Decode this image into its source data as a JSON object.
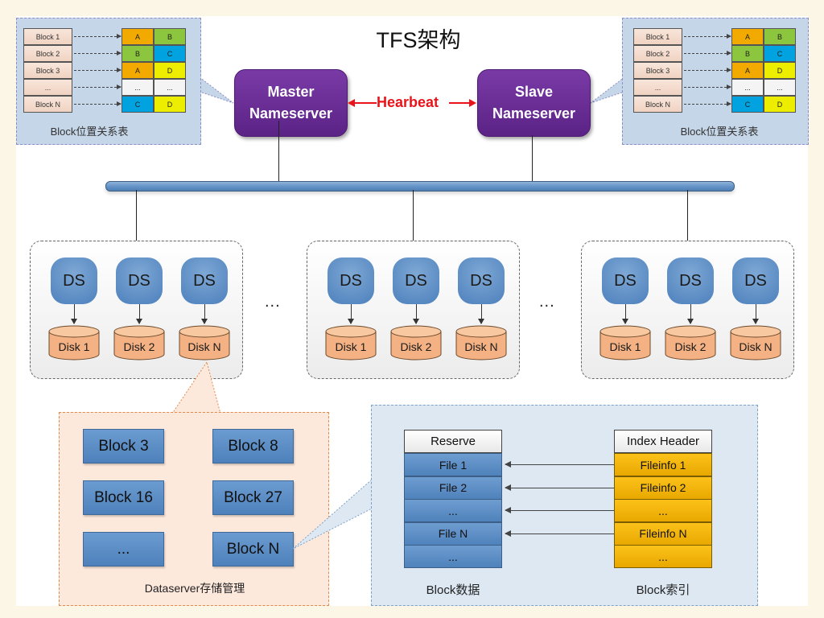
{
  "title": "TFS架构",
  "master": {
    "line1": "Master",
    "line2": "Nameserver"
  },
  "slave": {
    "line1": "Slave",
    "line2": "Nameserver"
  },
  "heartbeat_label": "Hearbeat",
  "block_table_left": {
    "caption": "Block位置关系表",
    "rows": [
      {
        "label": "Block 1",
        "a": "A",
        "b": "B",
        "a_color": "#f2a900",
        "b_color": "#8cc63f"
      },
      {
        "label": "Block 2",
        "a": "B",
        "b": "C",
        "a_color": "#8cc63f",
        "b_color": "#00a2e0"
      },
      {
        "label": "Block 3",
        "a": "A",
        "b": "D",
        "a_color": "#f2a900",
        "b_color": "#eded00"
      },
      {
        "label": "...",
        "a": "...",
        "b": "...",
        "a_color": "#f4f4f4",
        "b_color": "#f4f4f4"
      },
      {
        "label": "Block N",
        "a": "C",
        "b": "D",
        "a_color": "#00a2e0",
        "b_color": "#eded00"
      }
    ]
  },
  "block_table_right": {
    "caption": "Block位置关系表",
    "rows": [
      {
        "label": "Block 1",
        "a": "A",
        "b": "B",
        "a_color": "#f2a900",
        "b_color": "#8cc63f"
      },
      {
        "label": "Block 2",
        "a": "B",
        "b": "C",
        "a_color": "#8cc63f",
        "b_color": "#00a2e0"
      },
      {
        "label": "Block 3",
        "a": "A",
        "b": "D",
        "a_color": "#f2a900",
        "b_color": "#eded00"
      },
      {
        "label": "...",
        "a": "...",
        "b": "...",
        "a_color": "#f4f4f4",
        "b_color": "#f4f4f4"
      },
      {
        "label": "Block N",
        "a": "C",
        "b": "D",
        "a_color": "#00a2e0",
        "b_color": "#eded00"
      }
    ]
  },
  "groups": [
    {
      "servers": [
        {
          "ds": "DS",
          "disk": "Disk 1"
        },
        {
          "ds": "DS",
          "disk": "Disk 2"
        },
        {
          "ds": "DS",
          "disk": "Disk N"
        }
      ]
    },
    {
      "servers": [
        {
          "ds": "DS",
          "disk": "Disk 1"
        },
        {
          "ds": "DS",
          "disk": "Disk 2"
        },
        {
          "ds": "DS",
          "disk": "Disk N"
        }
      ]
    },
    {
      "servers": [
        {
          "ds": "DS",
          "disk": "Disk 1"
        },
        {
          "ds": "DS",
          "disk": "Disk 2"
        },
        {
          "ds": "DS",
          "disk": "Disk N"
        }
      ]
    }
  ],
  "group_ellipsis": "...",
  "dataserver_panel": {
    "caption": "Dataserver存储管理",
    "blocks": [
      "Block 3",
      "Block 8",
      "Block 16",
      "Block 27",
      "...",
      "Block N"
    ]
  },
  "block_detail_panel": {
    "data_caption": "Block数据",
    "index_caption": "Block索引",
    "data_header": "Reserve",
    "index_header": "Index Header",
    "data_rows": [
      "File 1",
      "File 2",
      "...",
      "File N",
      "..."
    ],
    "index_rows": [
      "Fileinfo 1",
      "Fileinfo 2",
      "...",
      "Fileinfo N",
      "..."
    ]
  },
  "colors": {
    "nameserver": "#5b2386",
    "heartbeat": "#e8141a",
    "ds": "#4d80bc",
    "disk": "#f4b183",
    "fileinfo": "#fcc21a"
  }
}
